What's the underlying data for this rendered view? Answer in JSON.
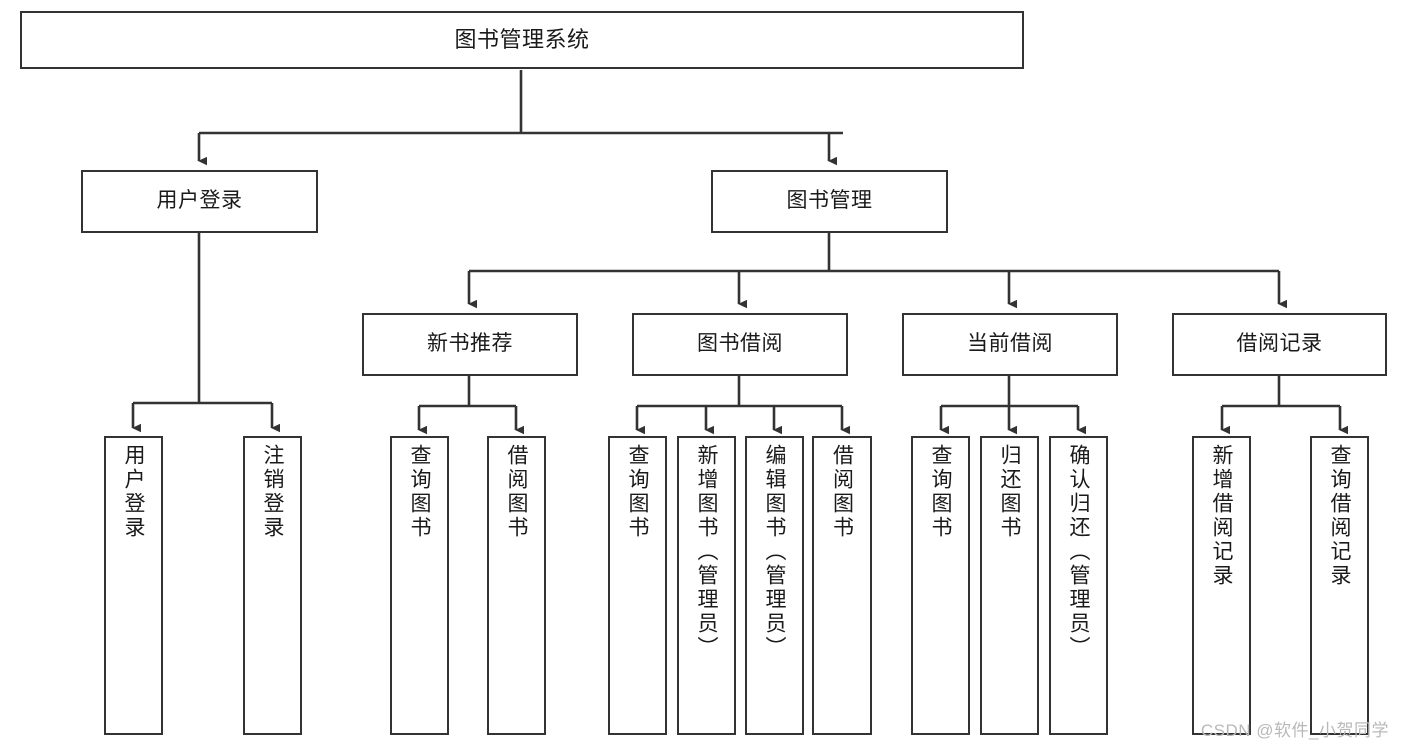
{
  "diagram": {
    "type": "tree",
    "title": "图书管理系统",
    "colors": {
      "node_border": "#333333",
      "node_fill": "#ffffff",
      "edge": "#333333",
      "text": "#1a1a1a",
      "watermark": "#b9b9b9",
      "background": "#ffffff"
    },
    "watermark": "CSDN @软件_小贺同学",
    "nodes": {
      "root": {
        "label": "图书管理系统"
      },
      "level2": [
        {
          "id": "user-login",
          "label": "用户登录"
        },
        {
          "id": "book-manage",
          "label": "图书管理"
        }
      ],
      "level3": [
        {
          "id": "new-book-recommend",
          "label": "新书推荐"
        },
        {
          "id": "book-borrow",
          "label": "图书借阅"
        },
        {
          "id": "current-borrow",
          "label": "当前借阅"
        },
        {
          "id": "borrow-record",
          "label": "借阅记录"
        }
      ],
      "leaves": {
        "user-login": [
          {
            "id": "leaf-user-login",
            "label": "用户登录"
          },
          {
            "id": "leaf-logout-login",
            "label": "注销登录"
          }
        ],
        "new-book-recommend": [
          {
            "id": "leaf-query-book-1",
            "label": "查询图书"
          },
          {
            "id": "leaf-borrow-book-1",
            "label": "借阅图书"
          }
        ],
        "book-borrow": [
          {
            "id": "leaf-query-book-2",
            "label": "查询图书"
          },
          {
            "id": "leaf-add-book",
            "label": "新增图书（管理员）"
          },
          {
            "id": "leaf-edit-book",
            "label": "编辑图书（管理员）"
          },
          {
            "id": "leaf-borrow-book-2",
            "label": "借阅图书"
          }
        ],
        "current-borrow": [
          {
            "id": "leaf-query-book-3",
            "label": "查询图书"
          },
          {
            "id": "leaf-return-book",
            "label": "归还图书"
          },
          {
            "id": "leaf-confirm-return",
            "label": "确认归还（管理员）"
          }
        ],
        "borrow-record": [
          {
            "id": "leaf-add-record",
            "label": "新增借阅记录"
          },
          {
            "id": "leaf-query-record",
            "label": "查询借阅记录"
          }
        ]
      }
    }
  }
}
